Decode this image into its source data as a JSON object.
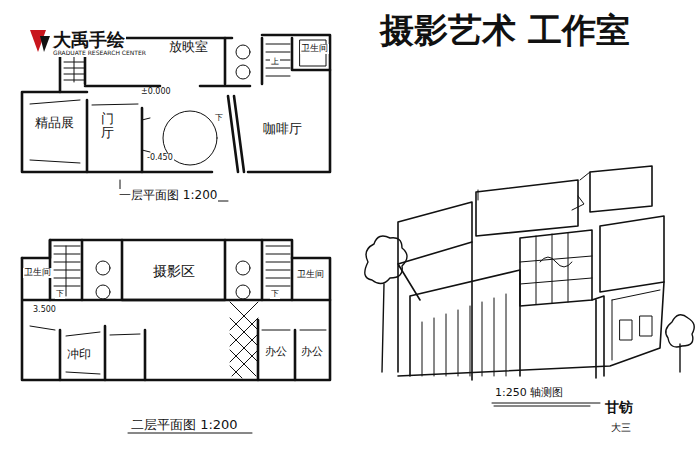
{
  "diagram": {
    "title": "摄影艺术 工作室",
    "labels": [
      "大禹手绘",
      "GRADUATE RESEARCH CENTER",
      "放映室",
      "卫生间",
      "上",
      "±0.000",
      "精品展",
      "门厅",
      "下",
      "-0.450",
      "咖啡厅",
      "一层平面图 1:200",
      "卫生间",
      "下",
      "摄影区",
      "卫生间",
      "下",
      "3.500",
      "冲印",
      "办公",
      "办公",
      "二层平面图 1:200",
      "1:250 轴测图",
      "甘钫",
      "大三"
    ]
  }
}
